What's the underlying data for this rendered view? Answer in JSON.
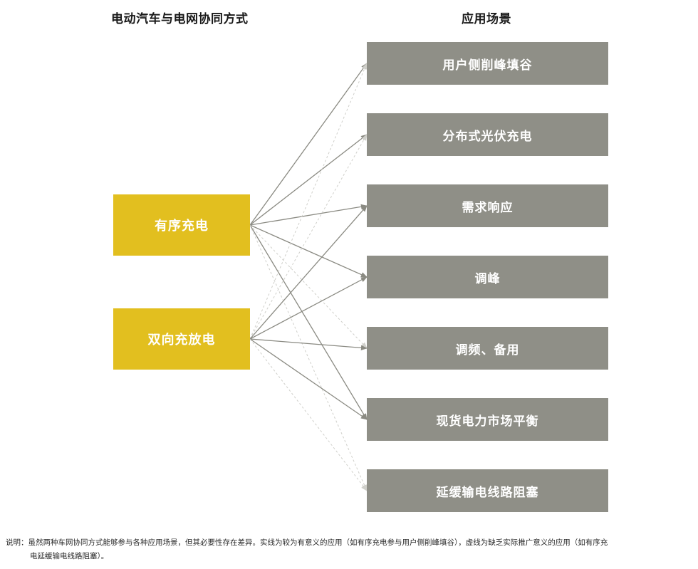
{
  "headers": {
    "left": "电动汽车与电网协同方式",
    "right": "应用场景"
  },
  "modes": [
    {
      "label": "有序充电"
    },
    {
      "label": "双向充放电"
    }
  ],
  "scenarios": [
    {
      "label": "用户侧削峰填谷"
    },
    {
      "label": "分布式光伏充电"
    },
    {
      "label": "需求响应"
    },
    {
      "label": "调峰"
    },
    {
      "label": "调频、备用"
    },
    {
      "label": "现货电力市场平衡"
    },
    {
      "label": "延缓输电线路阻塞"
    }
  ],
  "links": [
    {
      "mode": 0,
      "scenario": 0,
      "style": "solid"
    },
    {
      "mode": 0,
      "scenario": 1,
      "style": "solid"
    },
    {
      "mode": 0,
      "scenario": 2,
      "style": "solid"
    },
    {
      "mode": 0,
      "scenario": 3,
      "style": "solid"
    },
    {
      "mode": 0,
      "scenario": 4,
      "style": "dashed"
    },
    {
      "mode": 0,
      "scenario": 5,
      "style": "solid"
    },
    {
      "mode": 0,
      "scenario": 6,
      "style": "dashed"
    },
    {
      "mode": 1,
      "scenario": 0,
      "style": "dashed"
    },
    {
      "mode": 1,
      "scenario": 1,
      "style": "dashed"
    },
    {
      "mode": 1,
      "scenario": 2,
      "style": "solid"
    },
    {
      "mode": 1,
      "scenario": 3,
      "style": "solid"
    },
    {
      "mode": 1,
      "scenario": 4,
      "style": "solid"
    },
    {
      "mode": 1,
      "scenario": 5,
      "style": "solid"
    },
    {
      "mode": 1,
      "scenario": 6,
      "style": "dashed"
    }
  ],
  "colors": {
    "mode_box": "#e2bf1f",
    "scenario_box": "#8f8f87",
    "solid_line": "#8a8a82",
    "dashed_line": "#cfcfca"
  },
  "footnote": {
    "line1": "说明：虽然两种车网协同方式能够参与各种应用场景，但其必要性存在差异。实线为较为有意义的应用（如有序充电参与用户侧削峰填谷），虚线为缺乏实际推广意义的应用（如有序充",
    "line2": "电延缓输电线路阻塞）。"
  }
}
